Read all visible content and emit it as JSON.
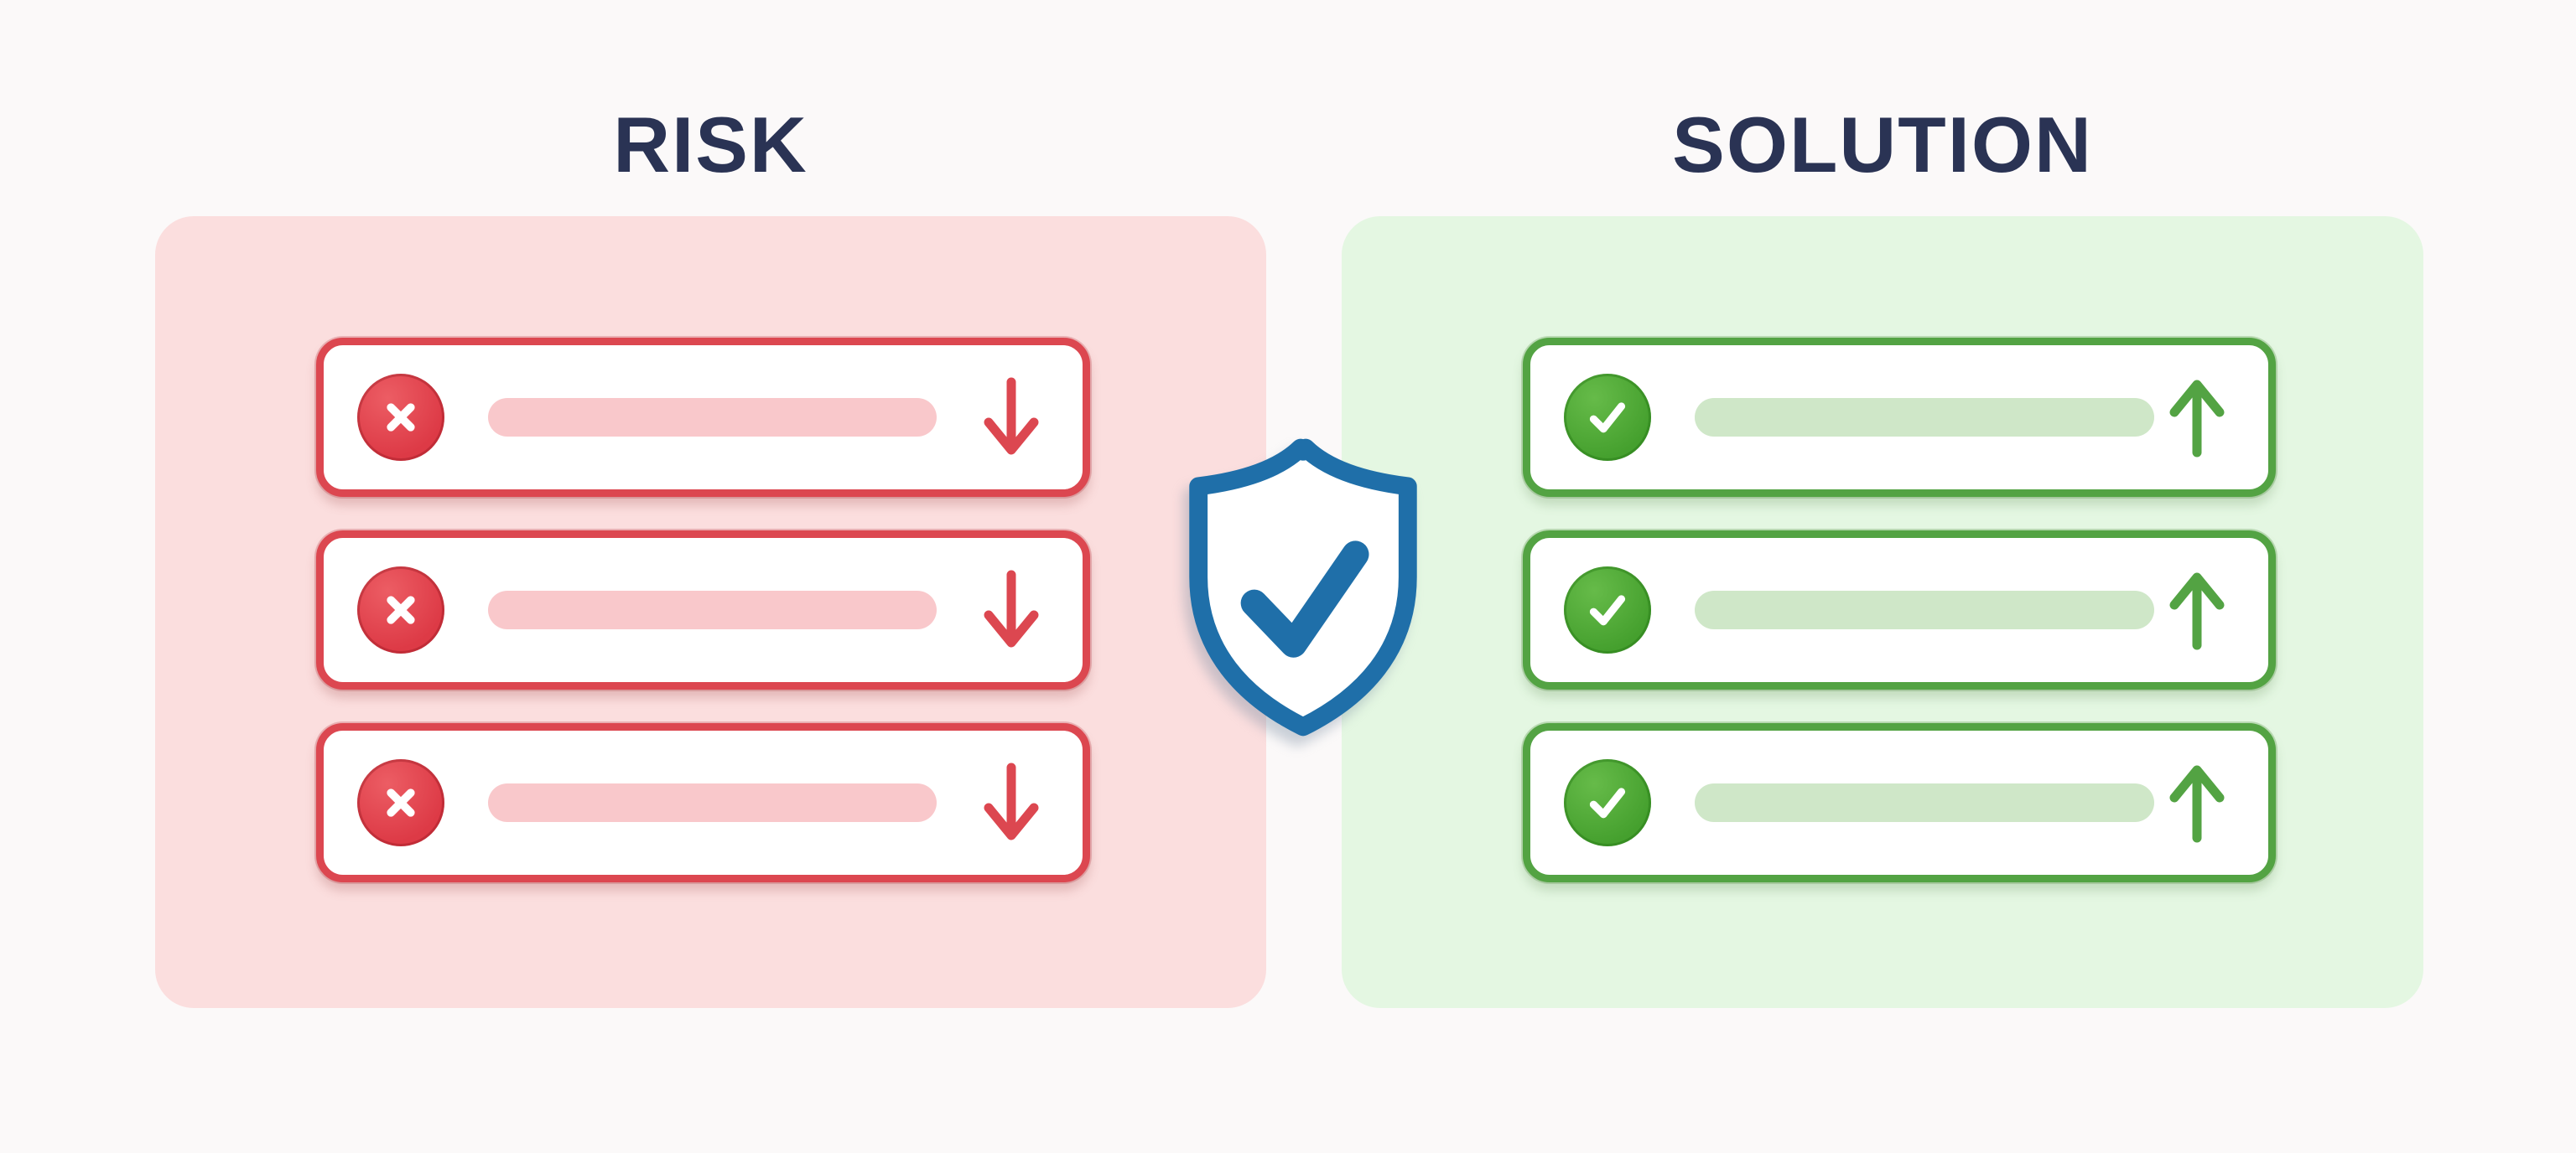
{
  "header": {
    "risk_title": "RISK",
    "solution_title": "SOLUTION"
  },
  "panels": {
    "risk": {
      "title": "RISK",
      "item_count": 3,
      "item_icon": "x-circle-icon",
      "trend_icon": "arrow-down-icon",
      "trend": "down"
    },
    "solution": {
      "title": "SOLUTION",
      "item_count": 3,
      "item_icon": "check-circle-icon",
      "trend_icon": "arrow-up-icon",
      "trend": "up"
    }
  },
  "center": {
    "icon": "shield-check-icon"
  },
  "colors": {
    "background": "#fbf9f9",
    "title_text": "#2a3354",
    "risk_panel_bg": "#fbdede",
    "risk_accent": "#dc4750",
    "risk_bar": "#f9c8cb",
    "risk_circle": "#dd3a46",
    "solution_panel_bg": "#e4f7e2",
    "solution_accent": "#53a343",
    "solution_bar": "#cfe7c8",
    "solution_circle": "#45a02e",
    "shield_blue": "#1f6fa9",
    "card_bg": "#ffffff"
  }
}
